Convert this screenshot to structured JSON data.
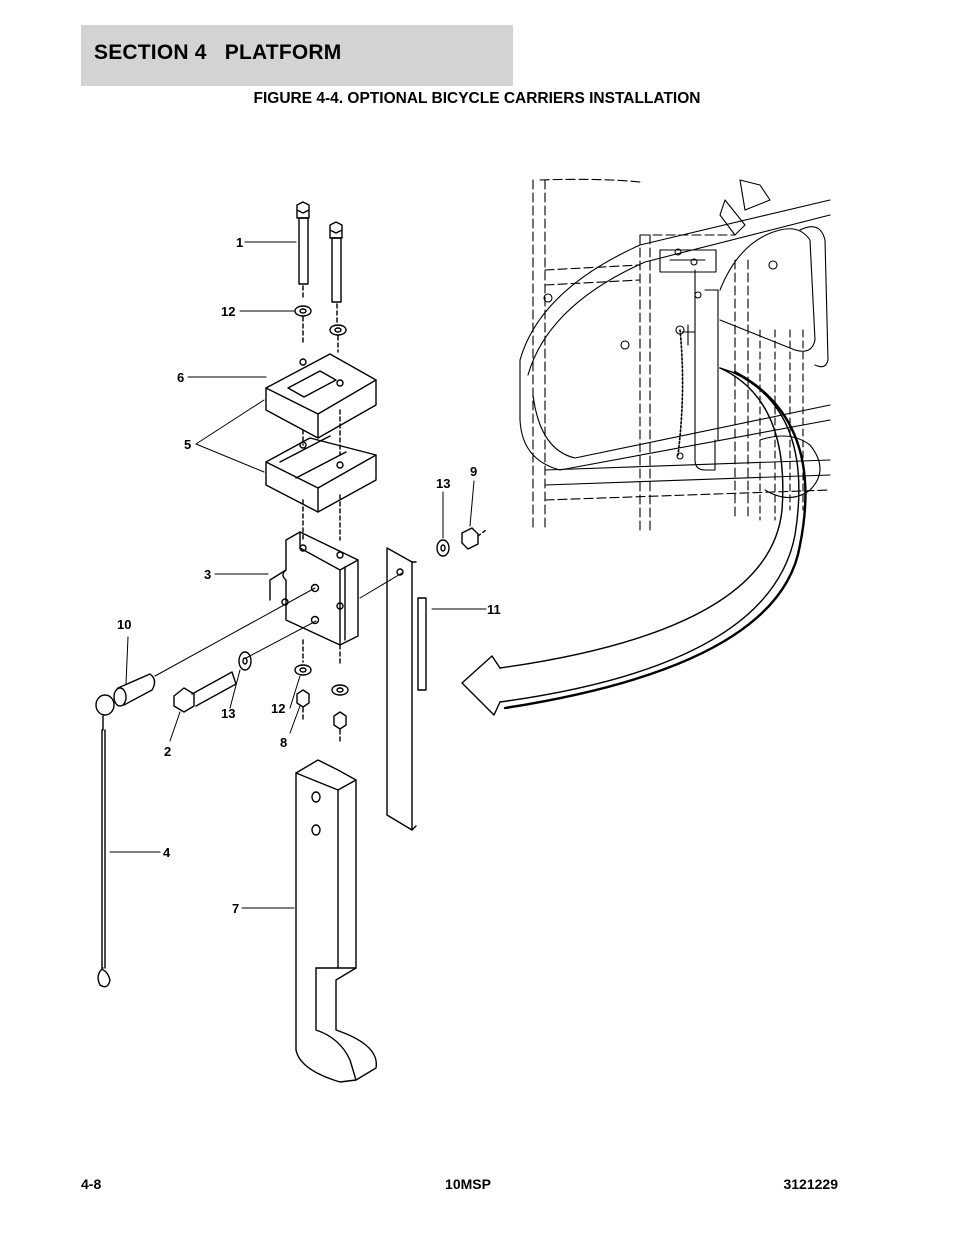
{
  "section": {
    "title": "SECTION 4   PLATFORM"
  },
  "figure": {
    "title": "FIGURE 4-4. OPTIONAL BICYCLE CARRIERS INSTALLATION"
  },
  "callouts": [
    "1",
    "12",
    "6",
    "5",
    "3",
    "10",
    "13",
    "9",
    "11",
    "2",
    "13",
    "12",
    "8",
    "4",
    "7"
  ],
  "footer": {
    "page": "4-8",
    "model": "10MSP",
    "doc_number": "3121229"
  }
}
